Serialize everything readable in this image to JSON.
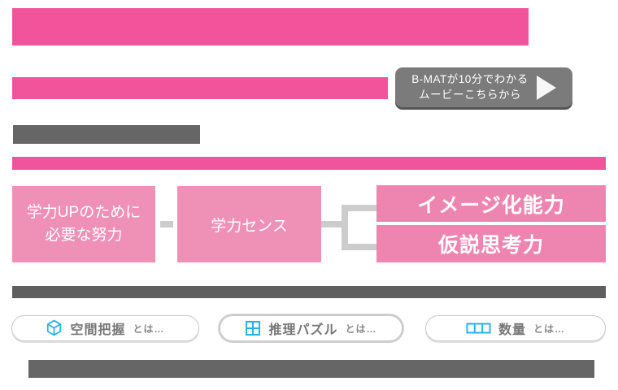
{
  "colors": {
    "hot_pink": "#F2549B",
    "light_pink": "#EF91B6",
    "deep_pink": "#EE85B0",
    "bar_gray": "#666666",
    "button_gray": "#7B7B7B",
    "connector_gray": "#CCCCCC",
    "icon_cyan": "#29B2E8",
    "pill_text_gray": "#777777"
  },
  "movie_button": {
    "line1": "B-MATが10分でわかる",
    "line2": "ムービーこちらから",
    "icon": "play-icon"
  },
  "diagram": {
    "box_effort": {
      "line1": "学力UPのために",
      "line2": "必要な努力"
    },
    "box_sense": {
      "label": "学力センス"
    },
    "box_image": {
      "label": "イメージ化能力"
    },
    "box_hypothesis": {
      "label": "仮説思考力"
    }
  },
  "pills": [
    {
      "icon": "cube-icon",
      "label": "空間把握",
      "suffix": "とは…"
    },
    {
      "icon": "grid-2x2-icon",
      "label": "推理パズル",
      "suffix": "とは…"
    },
    {
      "icon": "cells-row-icon",
      "label": "数量",
      "suffix": "とは…"
    }
  ]
}
